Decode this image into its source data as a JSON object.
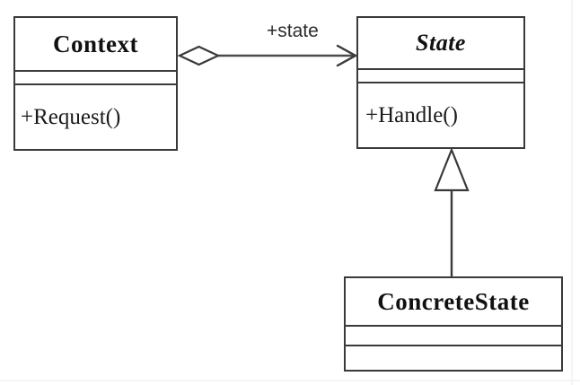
{
  "diagram": {
    "title": "State Pattern UML Class Diagram",
    "type": "uml-class-diagram",
    "background_color": "#ffffff",
    "line_color": "#3a3a3a",
    "text_color": "#111111"
  },
  "classes": [
    {
      "id": "context",
      "name": "Context",
      "abstract": false,
      "attributes": [],
      "operations": [
        "+Request()"
      ]
    },
    {
      "id": "state",
      "name": "State",
      "abstract": true,
      "attributes": [],
      "operations": [
        "+Handle()"
      ]
    },
    {
      "id": "concretestate",
      "name": "ConcreteState",
      "abstract": false,
      "attributes": [],
      "operations": []
    }
  ],
  "relationships": [
    {
      "id": "context-state",
      "type": "aggregation",
      "from": "Context",
      "to": "State",
      "source_decoration": "hollow-diamond",
      "target_decoration": "open-arrow",
      "label": "+state"
    },
    {
      "id": "concretestate-state",
      "type": "generalization",
      "from": "ConcreteState",
      "to": "State",
      "target_decoration": "hollow-triangle",
      "label": ""
    }
  ]
}
